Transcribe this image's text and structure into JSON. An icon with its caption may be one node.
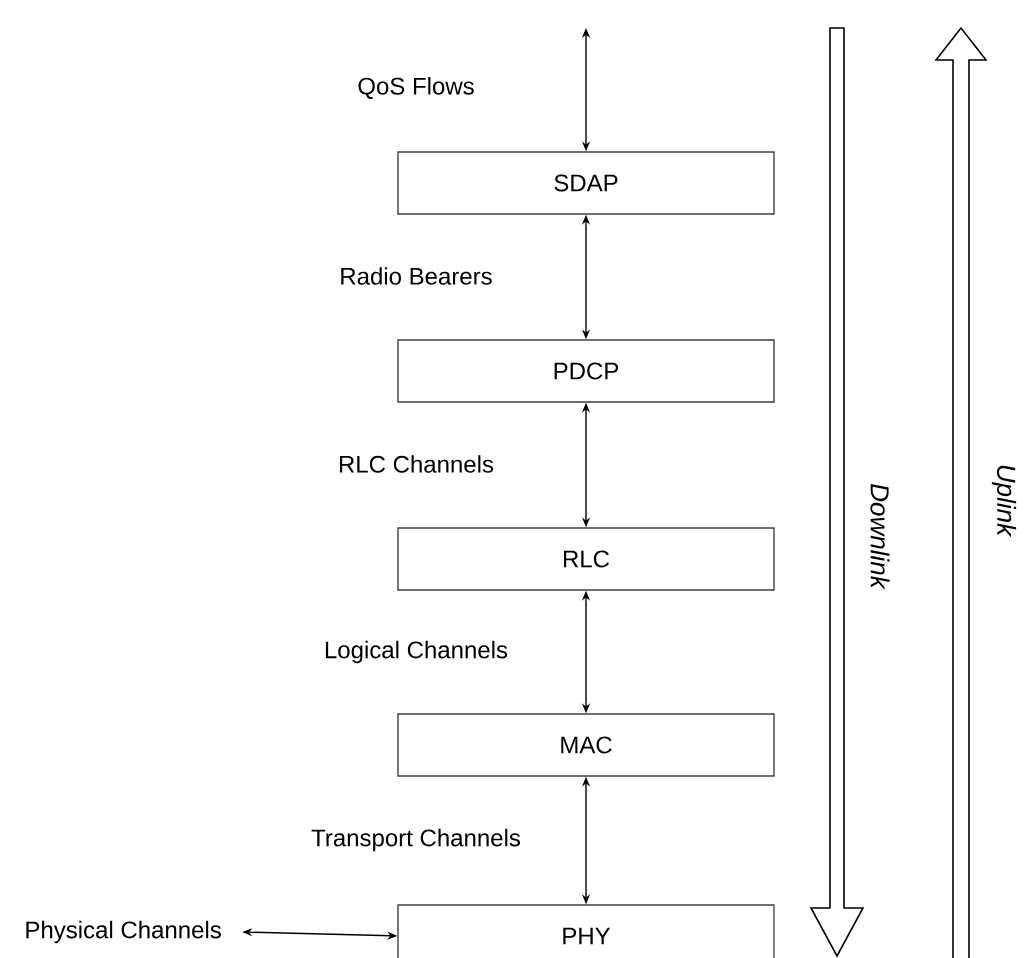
{
  "diagram": {
    "nodes": [
      {
        "text": [
          "SDAP"
        ]
      },
      {
        "text": [
          "PDCP"
        ]
      },
      {
        "text": [
          "RLC"
        ]
      },
      {
        "text": [
          "MAC"
        ]
      },
      {
        "text": [
          "PHY"
        ]
      },
      {
        "text": [
          "Physical Channels"
        ]
      }
    ],
    "edges": [
      {
        "from": null,
        "to": 0,
        "arrow": "both",
        "label": "QoS Flows"
      },
      {
        "from": 0,
        "to": 1,
        "arrow": "both",
        "label": "Radio Bearers"
      },
      {
        "from": 1,
        "to": 2,
        "arrow": "both",
        "label": "RLC Channels"
      },
      {
        "from": 2,
        "to": 3,
        "arrow": "both",
        "label": "Logical Channels"
      },
      {
        "from": 3,
        "to": 4,
        "arrow": "both",
        "label": "Transport Channels"
      },
      {
        "from": 5,
        "to": 4,
        "arrow": "both"
      }
    ],
    "labels": [
      "Downlink",
      "Uplink"
    ]
  }
}
